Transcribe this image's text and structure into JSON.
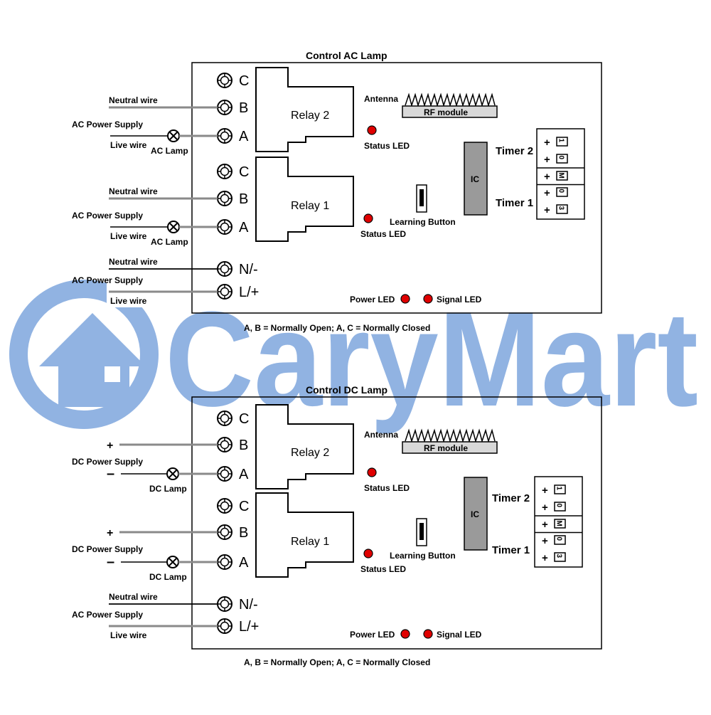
{
  "watermark": {
    "text": "CaryMart",
    "color": "#5b8fd6",
    "logo": "house-in-circle-logo"
  },
  "colors": {
    "wire_gray": "#8a8a8a",
    "wire_black": "#000000",
    "led_red": "#e00000",
    "ic_fill": "#9a9a9a",
    "rf_fill": "#d8d8d8"
  },
  "panels": [
    {
      "id": "ac",
      "title": "Control AC Lamp",
      "footer": "A, B = Normally Open; A, C = Normally Closed",
      "antenna": "Antenna",
      "rf_module": "RF module",
      "ic": "IC",
      "relay2": "Relay 2",
      "relay1": "Relay 1",
      "status_led_1": "Status LED",
      "status_led_2": "Status LED",
      "learning_button": "Learning Button",
      "power_led": "Power LED",
      "signal_led": "Signal LED",
      "timer2": "Timer 2",
      "timer1": "Timer 1",
      "terminals": [
        "C",
        "B",
        "A",
        "C",
        "B",
        "A",
        "N/-",
        "L/+"
      ],
      "dip": [
        {
          "sign": "+",
          "digit": "1"
        },
        {
          "sign": "+",
          "digit": "0"
        },
        {
          "sign": "+",
          "digit": "M"
        },
        {
          "sign": "+",
          "digit": "0"
        },
        {
          "sign": "+",
          "digit": "3"
        }
      ],
      "relay2_wiring": {
        "b_label": "Neutral wire",
        "supply": "AC Power Supply",
        "a_label": "Live wire",
        "lamp": "AC Lamp"
      },
      "relay1_wiring": {
        "b_label": "Neutral wire",
        "supply": "AC Power Supply",
        "a_label": "Live wire",
        "lamp": "AC Lamp"
      },
      "power_wiring": {
        "n_label": "Neutral wire",
        "supply": "AC Power Supply",
        "l_label": "Live wire"
      }
    },
    {
      "id": "dc",
      "title": "Control DC Lamp",
      "footer": "A, B = Normally Open; A, C = Normally Closed",
      "antenna": "Antenna",
      "rf_module": "RF module",
      "ic": "IC",
      "relay2": "Relay 2",
      "relay1": "Relay 1",
      "status_led_1": "Status LED",
      "status_led_2": "Status LED",
      "learning_button": "Learning Button",
      "power_led": "Power LED",
      "signal_led": "Signal LED",
      "timer2": "Timer 2",
      "timer1": "Timer 1",
      "terminals": [
        "C",
        "B",
        "A",
        "C",
        "B",
        "A",
        "N/-",
        "L/+"
      ],
      "dip": [
        {
          "sign": "+",
          "digit": "1"
        },
        {
          "sign": "+",
          "digit": "0"
        },
        {
          "sign": "+",
          "digit": "M"
        },
        {
          "sign": "+",
          "digit": "0"
        },
        {
          "sign": "+",
          "digit": "3"
        }
      ],
      "relay2_wiring": {
        "b_label": "+",
        "supply": "DC Power Supply",
        "a_label": "–",
        "lamp": "DC Lamp"
      },
      "relay1_wiring": {
        "b_label": "+",
        "supply": "DC Power Supply",
        "a_label": "–",
        "lamp": "DC Lamp"
      },
      "power_wiring": {
        "n_label": "Neutral wire",
        "supply": "AC Power Supply",
        "l_label": "Live wire"
      }
    }
  ]
}
